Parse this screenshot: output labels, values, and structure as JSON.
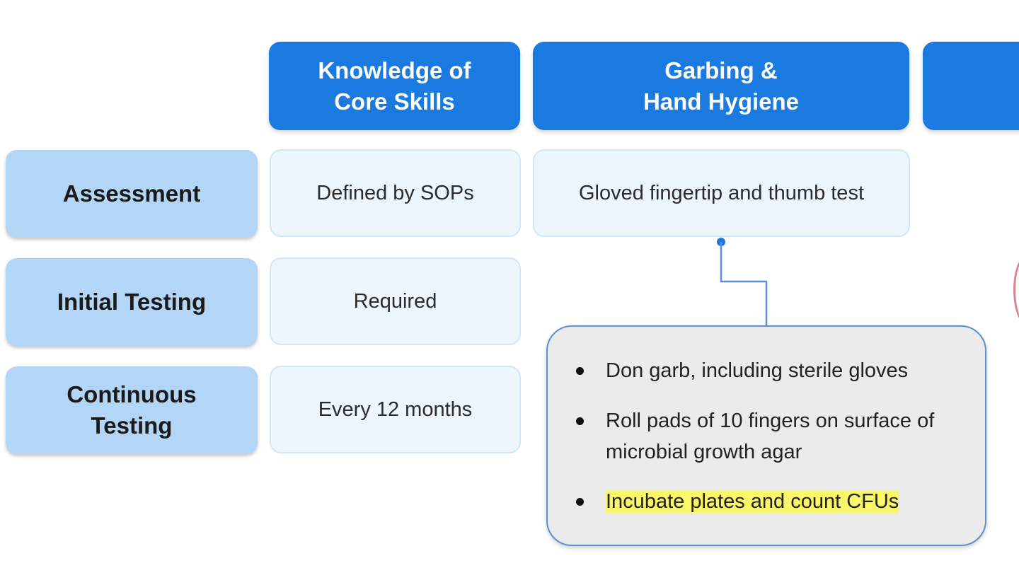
{
  "columns": [
    {
      "line1": "Knowledge of",
      "line2": "Core Skills"
    },
    {
      "line1": "Garbing &",
      "line2": "Hand Hygiene"
    },
    {
      "line1": "",
      "line2": ""
    }
  ],
  "rows": [
    {
      "line1": "Assessment",
      "line2": ""
    },
    {
      "line1": "Initial Testing",
      "line2": ""
    },
    {
      "line1": "Continuous",
      "line2": "Testing"
    }
  ],
  "cells": {
    "assessment_knowledge": "Defined by SOPs",
    "assessment_garbing": "Gloved fingertip and thumb test",
    "initial_knowledge": "Required",
    "continuous_knowledge": "Every 12 months"
  },
  "callout": {
    "items": [
      {
        "text": "Don garb, including sterile gloves",
        "highlighted": false
      },
      {
        "text": "Roll pads of 10 fingers on surface of microbial growth agar",
        "highlighted": false
      },
      {
        "text": "Incubate plates and count CFUs",
        "highlighted": true
      }
    ]
  },
  "colors": {
    "column_header": "#1b7ae0",
    "row_header": "#b3d5f6",
    "cell_fill": "#edf5fd",
    "callout_border": "#5b8fce",
    "callout_fill": "#ebebeb",
    "highlight": "#faf76a",
    "partial_circle": "#d9848c"
  }
}
